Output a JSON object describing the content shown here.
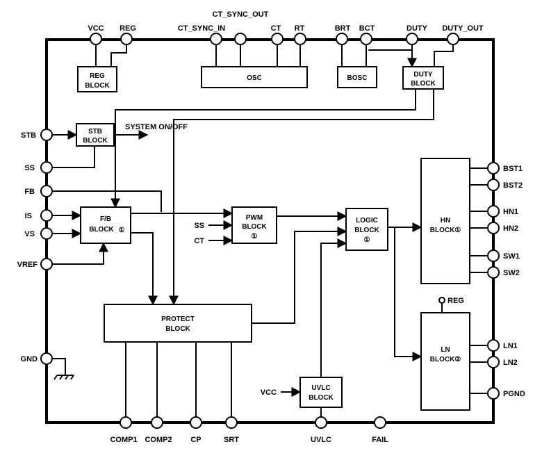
{
  "pins": {
    "top": [
      {
        "id": "vcc",
        "label": "VCC"
      },
      {
        "id": "reg",
        "label": "REG"
      },
      {
        "id": "ct_sync_in",
        "label": "CT_SYNC_IN"
      },
      {
        "id": "ct_sync_out",
        "label": "CT_SYNC_OUT"
      },
      {
        "id": "ct",
        "label": "CT"
      },
      {
        "id": "rt",
        "label": "RT"
      },
      {
        "id": "brt",
        "label": "BRT"
      },
      {
        "id": "bct",
        "label": "BCT"
      },
      {
        "id": "duty",
        "label": "DUTY"
      },
      {
        "id": "duty_out",
        "label": "DUTY_OUT"
      }
    ],
    "left": [
      {
        "id": "ste",
        "label": "STB"
      },
      {
        "id": "ss",
        "label": "SS"
      },
      {
        "id": "fb",
        "label": "FB"
      },
      {
        "id": "is",
        "label": "IS"
      },
      {
        "id": "vs",
        "label": "VS"
      },
      {
        "id": "vref",
        "label": "VREF"
      },
      {
        "id": "gnd",
        "label": "GND"
      }
    ],
    "right": [
      {
        "id": "bst1",
        "label": "BST1"
      },
      {
        "id": "bst2",
        "label": "BST2"
      },
      {
        "id": "hn1",
        "label": "HN1"
      },
      {
        "id": "hn2",
        "label": "HN2"
      },
      {
        "id": "sw1",
        "label": "SW1"
      },
      {
        "id": "sw2",
        "label": "SW2"
      },
      {
        "id": "ln1",
        "label": "LN1"
      },
      {
        "id": "ln2",
        "label": "LN2"
      },
      {
        "id": "pgnd",
        "label": "PGND"
      }
    ],
    "bottom": [
      {
        "id": "comp1",
        "label": "COMP1"
      },
      {
        "id": "comp2",
        "label": "COMP2"
      },
      {
        "id": "cp",
        "label": "CP"
      },
      {
        "id": "srt",
        "label": "SRT"
      },
      {
        "id": "uvlc",
        "label": "UVLC"
      },
      {
        "id": "fail",
        "label": "FAIL"
      }
    ]
  },
  "blocks": {
    "reg": {
      "line1": "REG",
      "line2": "BLOCK"
    },
    "osc": {
      "line1": "OSC"
    },
    "bosc": {
      "line1": "BOSC"
    },
    "duty": {
      "line1": "DUTY",
      "line2": "BLOCK"
    },
    "stb": {
      "line1": "STB",
      "line2": "BLOCK"
    },
    "fb": {
      "line1": "F/B",
      "line2": "BLOCK",
      "mark": "①"
    },
    "pwm": {
      "line1": "PWM",
      "line2": "BLOCK",
      "mark": "①"
    },
    "logic": {
      "line1": "LOGIC",
      "line2": "BLOCK",
      "mark": "①"
    },
    "hn": {
      "line1": "HN",
      "line2": "BLOCK①"
    },
    "ln": {
      "line1": "LN",
      "line2": "BLOCK②"
    },
    "protect": {
      "line1": "PROTECT",
      "line2": "BLOCK"
    },
    "uvlc": {
      "line1": "UVLC",
      "line2": "BLOCK"
    }
  },
  "labels": {
    "system_onoff": "SYSTEM ON/OFF",
    "pwm_ss": "SS",
    "pwm_ct": "CT",
    "uvlc_vcc": "VCC",
    "ln_reg": "REG"
  }
}
